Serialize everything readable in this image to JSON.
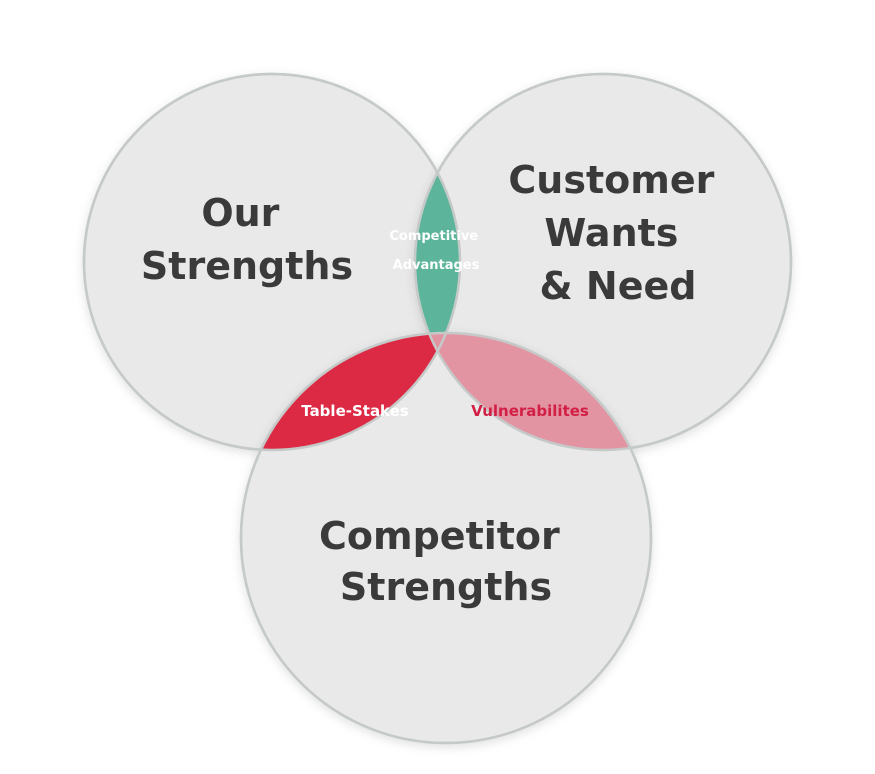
{
  "diagram": {
    "circles": {
      "our_strengths": [
        "Our",
        "Strengths"
      ],
      "customer_wants": [
        "Customer",
        "Wants",
        "& Need"
      ],
      "competitor_strengths": [
        "Competitor",
        "Strengths"
      ]
    },
    "intersections": {
      "competitive_advantages": [
        "Competitive",
        "Advantages"
      ],
      "table_stakes": "Table-Stakes",
      "vulnerabilities": "Vulnerabilites"
    },
    "colors": {
      "circle_fill": "#e9e9e9",
      "circle_stroke": "#c5cac9",
      "competitive_advantages": "#5cb59a",
      "table_stakes": "#dc2a45",
      "vulnerabilities": "#e394a3",
      "label_text": "#3a3a3a",
      "lens_text_light": "#ffffff",
      "vulnerabilities_text": "#d21f45"
    }
  }
}
